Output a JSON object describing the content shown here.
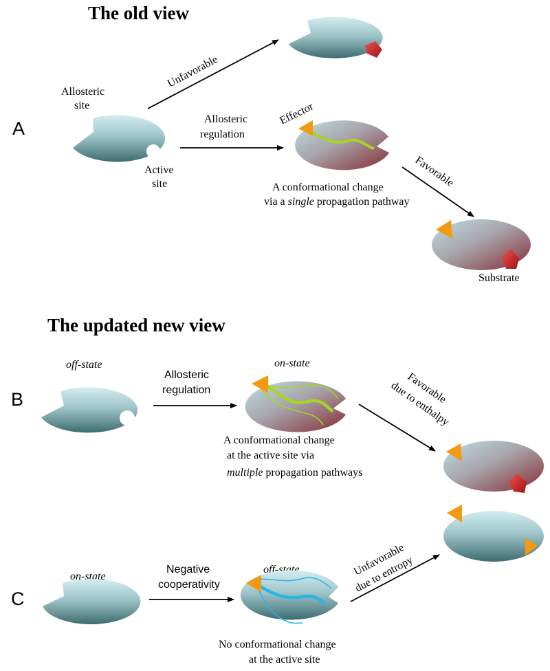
{
  "section_old": {
    "title": "The old view",
    "panel": "A",
    "allosteric_site": [
      "Allosteric",
      "site"
    ],
    "active_site": [
      "Active",
      "site"
    ],
    "unfavorable": "Unfavorable",
    "allosteric_regulation": [
      "Allosteric",
      "regulation"
    ],
    "effector": "Effector",
    "conformational_change": {
      "line1": "A conformational change",
      "line2_before": "via a ",
      "line2_italic": "single",
      "line2_after": " propagation pathway"
    },
    "favorable": "Favorable",
    "substrate": "Substrate"
  },
  "section_new": {
    "title": "The updated new view",
    "panel_b": "B",
    "panel_c": "C",
    "off_state": "off-state",
    "on_state": "on-state",
    "allosteric_regulation": [
      "Allosteric",
      "regulation"
    ],
    "favorable": [
      "Favorable",
      "due to enthalpy"
    ],
    "conformational_change": {
      "line1": "A conformational change",
      "line2": "at the active site via",
      "line3_italic": "multiple",
      "line3_after": " propagation pathways"
    },
    "negative_cooperativity": [
      "Negative",
      "cooperativity"
    ],
    "unfavorable": [
      "Unfavorable",
      "due to entropy"
    ],
    "no_change": [
      "No conformational change",
      "at the active site"
    ]
  },
  "colors": {
    "protein_inactive": "#a9cfd3",
    "protein_active_dark": "#8a2a32",
    "effector": "#f39a12",
    "substrate": "#c42a2a",
    "pathway_green": "#a6d71e",
    "pathway_blue": "#29b6e6"
  }
}
